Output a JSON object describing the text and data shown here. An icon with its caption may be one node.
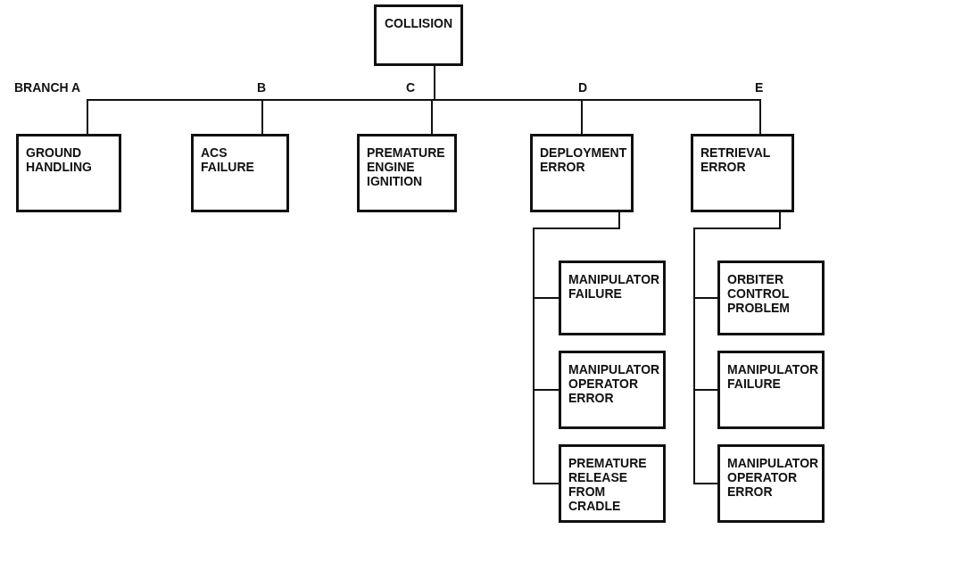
{
  "diagram": {
    "nodes": [
      {
        "text": [
          "COLLISION"
        ]
      },
      {
        "text": [
          "GROUND HANDLING"
        ]
      },
      {
        "text": [
          "ACS FAILURE"
        ]
      },
      {
        "text": [
          "PREMATURE ENGINE IGNITION"
        ]
      },
      {
        "text": [
          "DEPLOYMENT ERROR"
        ]
      },
      {
        "text": [
          "RETRIEVAL ERROR"
        ]
      },
      {
        "text": [
          "MANIPULATOR FAILURE"
        ]
      },
      {
        "text": [
          "MANIPULATOR OPERATOR ERROR"
        ]
      },
      {
        "text": [
          "PREMATURE RELEASE FROM CRADLE"
        ]
      },
      {
        "text": [
          "ORBITER CONTROL PROBLEM"
        ]
      },
      {
        "text": [
          "MANIPULATOR FAILURE"
        ]
      },
      {
        "text": [
          "MANIPULATOR OPERATOR ERROR"
        ]
      }
    ],
    "edges": [
      {
        "from": 0,
        "to": 1,
        "arrow": "none"
      },
      {
        "from": 0,
        "to": 2,
        "arrow": "none"
      },
      {
        "from": 0,
        "to": 3,
        "arrow": "none"
      },
      {
        "from": 0,
        "to": 4,
        "arrow": "none"
      },
      {
        "from": 0,
        "to": 5,
        "arrow": "none"
      },
      {
        "from": 4,
        "to": 6,
        "arrow": "none"
      },
      {
        "from": 4,
        "to": 7,
        "arrow": "none"
      },
      {
        "from": 4,
        "to": 8,
        "arrow": "none"
      },
      {
        "from": 5,
        "to": 9,
        "arrow": "none"
      },
      {
        "from": 5,
        "to": 10,
        "arrow": "none"
      },
      {
        "from": 5,
        "to": 11,
        "arrow": "none"
      }
    ],
    "labels": [
      "BRANCH A",
      "B",
      "C",
      "D",
      "E"
    ]
  }
}
